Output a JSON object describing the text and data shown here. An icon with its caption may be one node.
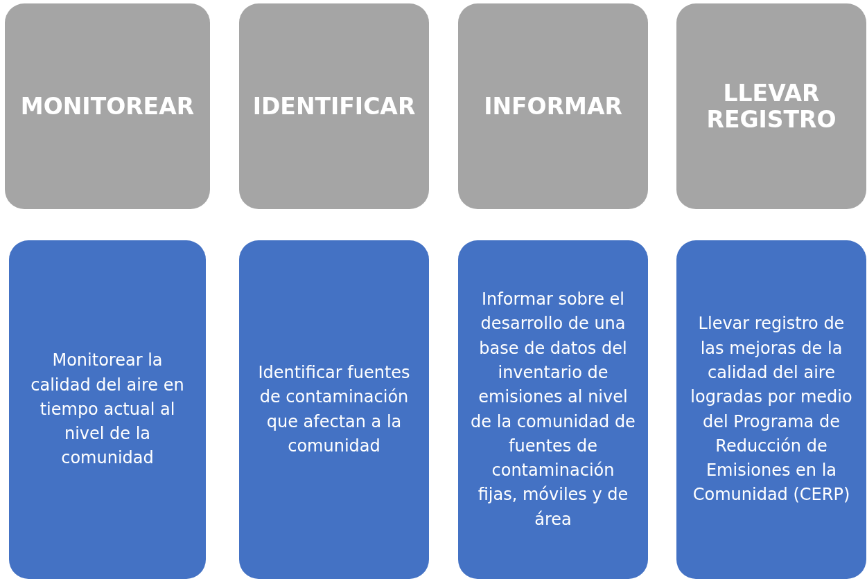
{
  "diagram": {
    "nodes": [
      {
        "text": [
          "MONITOREAR"
        ]
      },
      {
        "text": [
          "IDENTIFICAR"
        ]
      },
      {
        "text": [
          "INFORMAR"
        ]
      },
      {
        "text": [
          "LLEVAR REGISTRO"
        ]
      },
      {
        "text": [
          "Monitorear la calidad del aire en tiempo actual al nivel de la comunidad"
        ]
      },
      {
        "text": [
          "Identificar fuentes de contaminación que afectan a la comunidad"
        ]
      },
      {
        "text": [
          "Informar sobre el desarrollo de una base de datos del inventario de emisiones al nivel de la comunidad de fuentes de contaminación fijas, móviles y de área"
        ]
      },
      {
        "text": [
          "Llevar registro de las mejoras de la calidad del aire logradas por medio del Programa de Reducción de Emisiones en la Comunidad (CERP)"
        ]
      }
    ]
  }
}
